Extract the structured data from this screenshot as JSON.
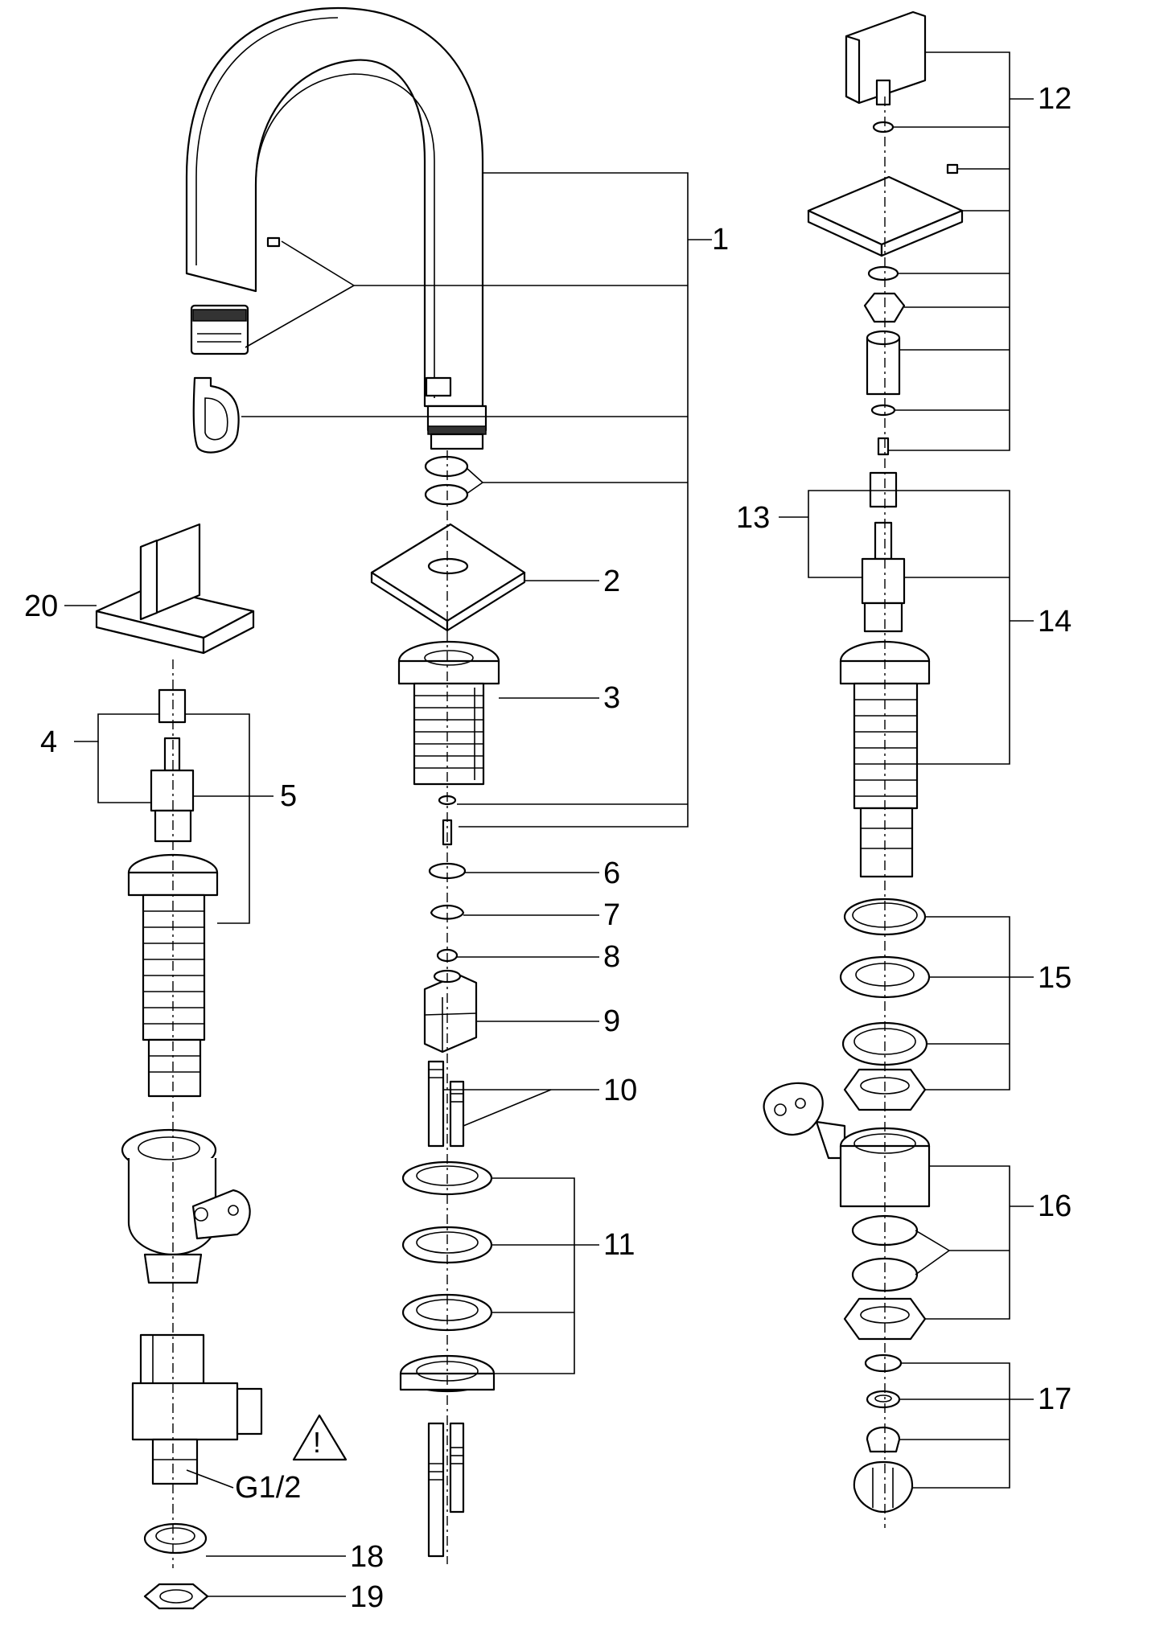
{
  "diagram": {
    "callouts": [
      "1",
      "2",
      "3",
      "4",
      "5",
      "6",
      "7",
      "8",
      "9",
      "10",
      "11",
      "12",
      "13",
      "14",
      "15",
      "16",
      "17",
      "18",
      "19",
      "20"
    ],
    "thread_label": "G1/2",
    "warning_symbol": "!"
  },
  "colors": {
    "line": "#000000",
    "background": "#ffffff"
  }
}
